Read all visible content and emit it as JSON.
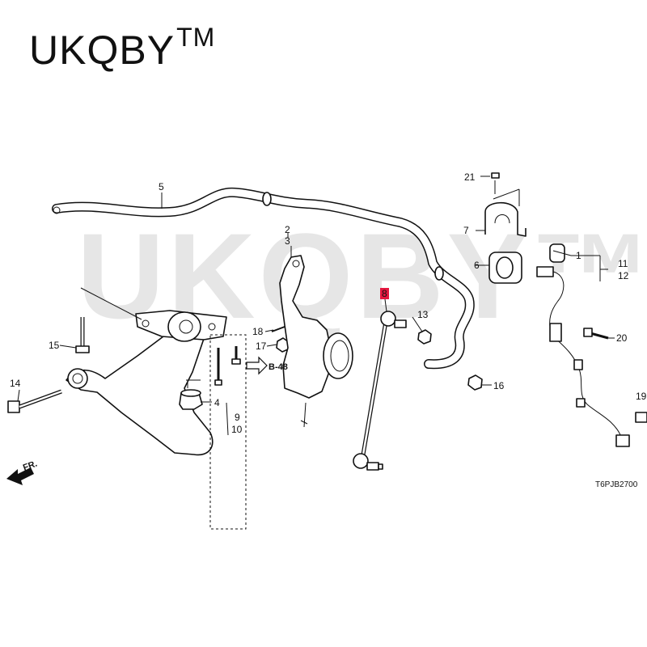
{
  "brand": {
    "name": "UKQBY",
    "mark": "TM"
  },
  "watermark": {
    "text": "UKQBY™"
  },
  "diagram": {
    "code": "T6PJB2700",
    "direction_label": "FR.",
    "ref_label": "B-48",
    "highlight_color": "#e5173f",
    "callouts": {
      "c1": "1",
      "c2": "2",
      "c3": "3",
      "c4": "4",
      "c5": "5",
      "c6": "6",
      "c7": "7",
      "c8": "8",
      "c9": "9",
      "c10": "10",
      "c11": "11",
      "c12": "12",
      "c13": "13",
      "c14": "14",
      "c15": "15",
      "c16": "16",
      "c17": "17",
      "c18": "18",
      "c19": "19",
      "c20": "20",
      "c21": "21"
    }
  }
}
